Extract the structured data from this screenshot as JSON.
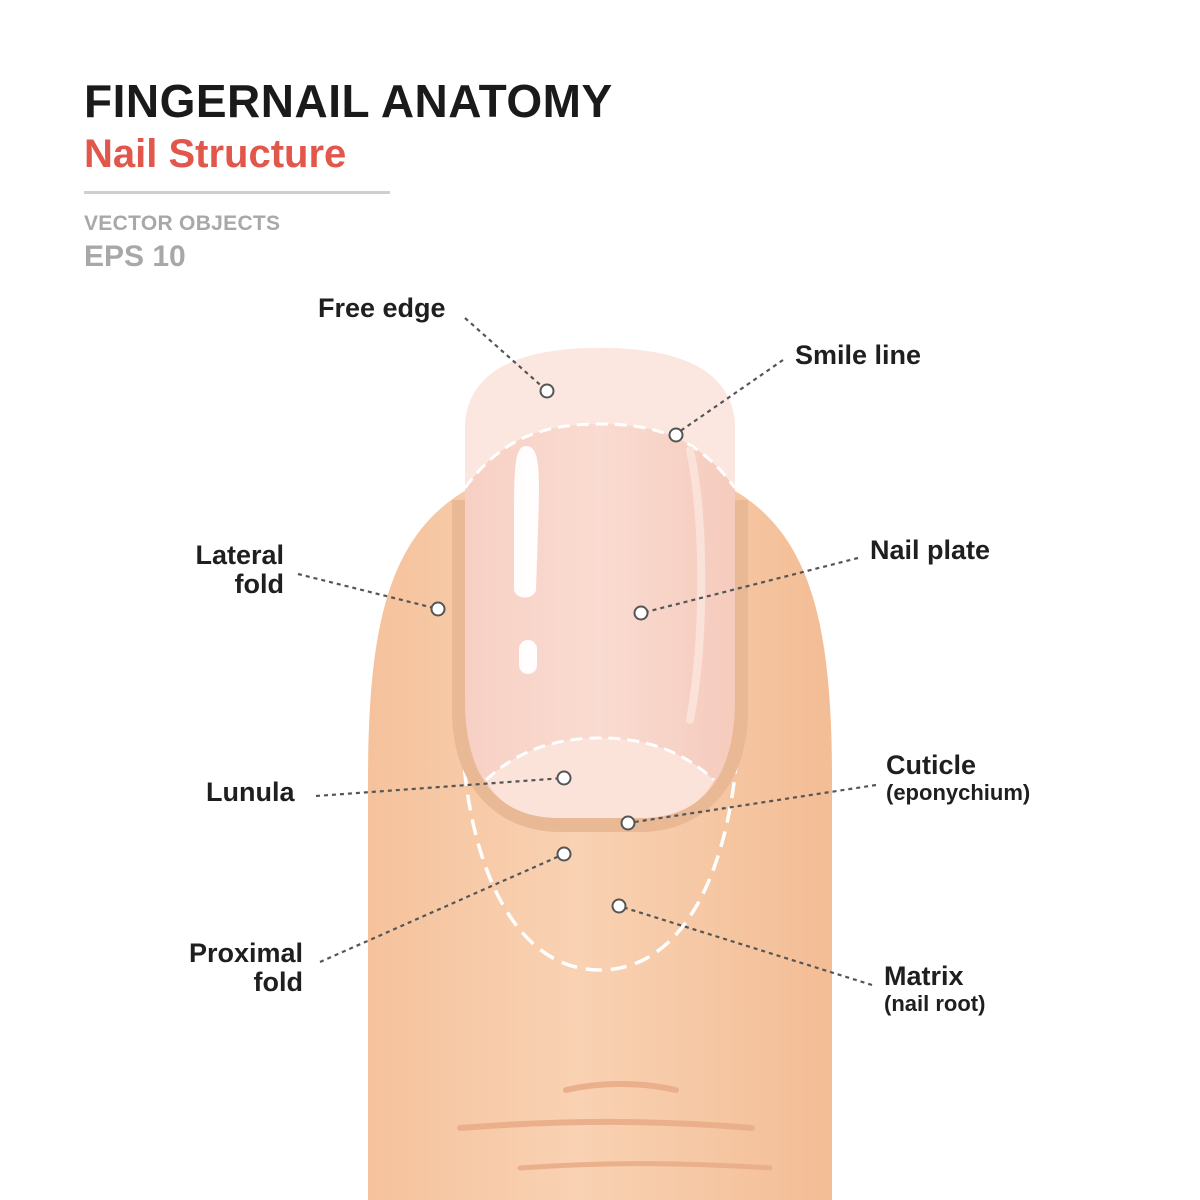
{
  "header": {
    "title": "FINGERNAIL ANATOMY",
    "subtitle": "Nail Structure",
    "meta_line1": "VECTOR OBJECTS",
    "meta_line2": "EPS 10"
  },
  "colors": {
    "title": "#1a1a1a",
    "subtitle": "#e2574c",
    "skin": "#f7cba8",
    "nail": "#f9d6cc",
    "leader": "#555555"
  },
  "labels": {
    "free_edge": "Free edge",
    "smile_line": "Smile line",
    "lateral_fold_line1": "Lateral",
    "lateral_fold_line2": "fold",
    "nail_plate": "Nail plate",
    "lunula": "Lunula",
    "cuticle": "Cuticle",
    "cuticle_sub": "(eponychium)",
    "proximal_fold_line1": "Proximal",
    "proximal_fold_line2": "fold",
    "matrix": "Matrix",
    "matrix_sub": "(nail root)"
  }
}
